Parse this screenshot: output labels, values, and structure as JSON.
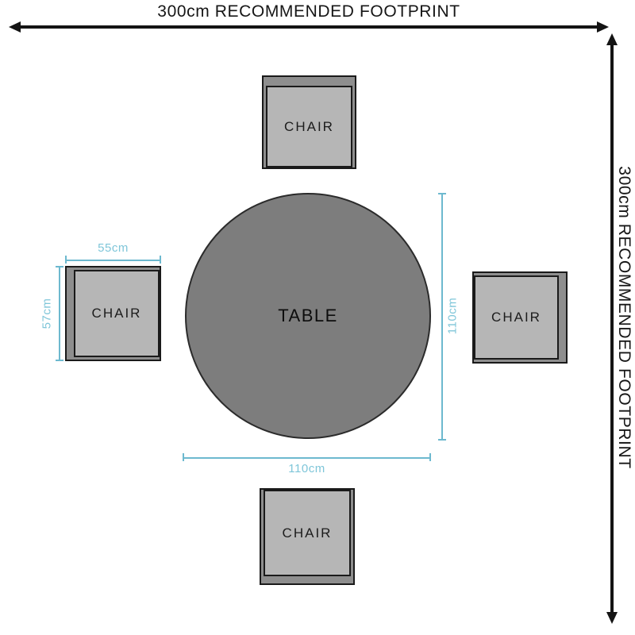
{
  "footprint": {
    "top_label": "300cm RECOMMENDED FOOTPRINT",
    "right_label": "300cm RECOMMENDED FOOTPRINT"
  },
  "table": {
    "label": "TABLE",
    "diameter_vertical": "110cm",
    "diameter_horizontal": "110cm"
  },
  "chairs": {
    "top": {
      "label": "CHAIR"
    },
    "left": {
      "label": "CHAIR",
      "width": "55cm",
      "depth": "57cm"
    },
    "right": {
      "label": "CHAIR"
    },
    "bottom": {
      "label": "CHAIR"
    }
  },
  "colors": {
    "dimension_line": "#6db9cf",
    "dimension_text": "#7fc6d9",
    "arrow": "#141414",
    "table_fill": "#7d7d7d",
    "chair_frame_fill": "#8e8e8e",
    "chair_seat_fill": "#b6b6b6",
    "outline": "#1a1a1a",
    "background": "#ffffff"
  }
}
